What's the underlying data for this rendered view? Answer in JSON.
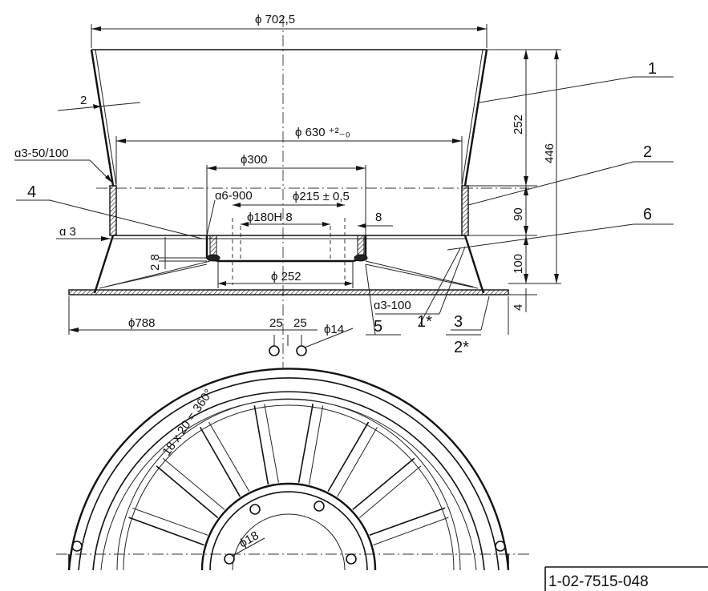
{
  "dimensions": {
    "d_top": "ϕ 702,5",
    "thickness": "2",
    "d_630": "ϕ 630 ⁺²₋₀",
    "d_300": "ϕ300",
    "d_215": "ϕ215 ± 0,5",
    "d_180": "ϕ180H 8",
    "d_252": "ϕ  252",
    "d_788": "ϕ788",
    "h_252": "252",
    "h_446": "446",
    "h_90": "90",
    "h_100": "100",
    "h_4": "4",
    "w_8": "8",
    "h_2_8": "2 8",
    "pitch_25a": "25",
    "pitch_25b": "25",
    "hole_14": "ϕ14",
    "hole_18": "ϕ18",
    "spacing": "18 x 20 = 360°"
  },
  "welds": {
    "weld_50_100": "ɑ3-50/100",
    "weld_6_900": "ɑ6-900",
    "weld_3": "ɑ 3",
    "weld_3_100": "ɑ3-100"
  },
  "parts": {
    "p1": "1",
    "p2": "2",
    "p3": "3",
    "p4": "4",
    "p5": "5",
    "p6": "6",
    "p1x": "1*",
    "p2x": "2*"
  },
  "drawing_number": "1-02-7515-048"
}
